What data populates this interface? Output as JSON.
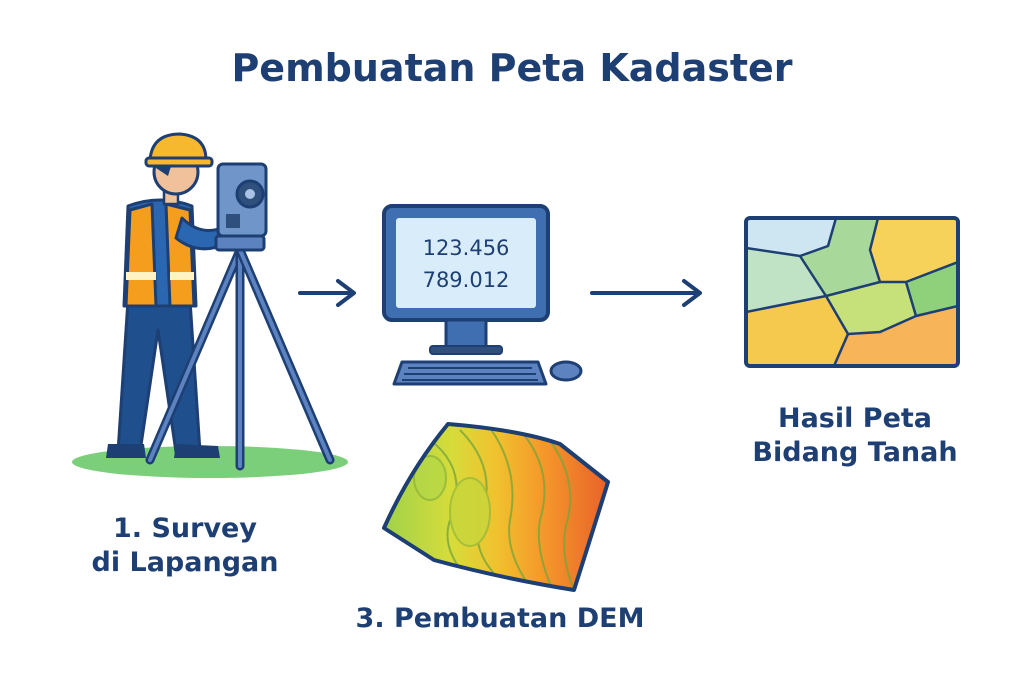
{
  "title": "Pembuatan Peta Kadaster",
  "steps": {
    "survey": {
      "line1": "1. Survey",
      "line2": "di Lapangan"
    },
    "computer": {
      "value1": "123.456",
      "value2": "789.012"
    },
    "dem": {
      "label": "3. Pembuatan DEM"
    },
    "result": {
      "line1": "Hasil Peta",
      "line2": "Bidang Tanah"
    }
  },
  "icons": [
    "surveyor-icon",
    "total-station-icon",
    "arrow-right-icon",
    "computer-icon",
    "dem-terrain-icon",
    "cadastral-map-icon"
  ],
  "colors": {
    "primary": "#1e3f73",
    "helmet": "#f5b82e",
    "vest": "#f59e1e",
    "ground": "#7ccf7a"
  }
}
